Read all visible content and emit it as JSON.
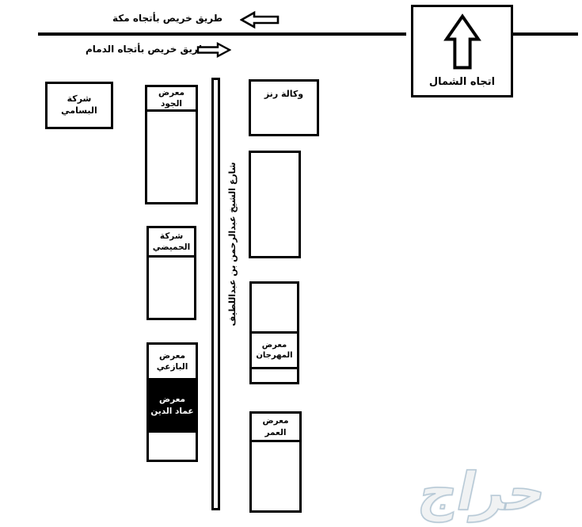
{
  "colors": {
    "ink": "#000000",
    "paper": "#ffffff",
    "watermark_fill": "#f0f2f3",
    "watermark_edge": "#b7c9d6"
  },
  "top_roads": {
    "mecca_direction_label": "طريق خريص بأتجاه مكة",
    "dammam_direction_label": "طريق خريص بأتجاه الدمام"
  },
  "north_box": {
    "label": "اتجاه الشمال"
  },
  "vertical_street": {
    "label": "شارع الشيخ عبدالرحمن بن عبداللطيف"
  },
  "buildings": {
    "bassami": {
      "label": "شركة البسامي"
    },
    "joud": {
      "label": "معرض الجود"
    },
    "humaidhi": {
      "label": "شركة الحميضي"
    },
    "bazai": {
      "label": "معرض البازعي"
    },
    "imad_aldin": {
      "label": "معرض عماد الدين"
    },
    "renz": {
      "label": "وكالة رنز"
    },
    "mahrajan": {
      "label": "معرض المهرجان"
    },
    "omar": {
      "label": "معرض العمر"
    }
  },
  "watermark": {
    "text": "حراج"
  }
}
